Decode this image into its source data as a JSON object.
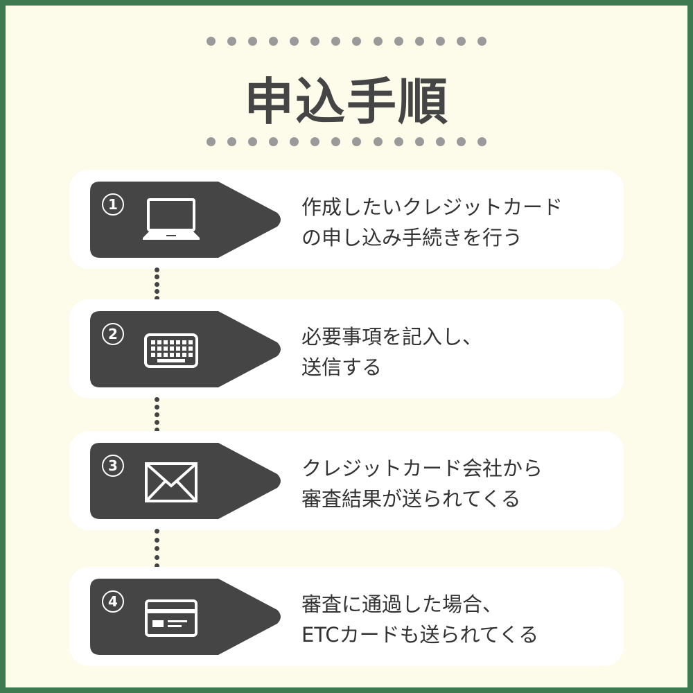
{
  "title": "申込手順",
  "colors": {
    "border": "#3d7a52",
    "background": "#fdfbea",
    "tag": "#454545",
    "card": "#ffffff",
    "dots": "#9a9a9a"
  },
  "steps": [
    {
      "number": "1",
      "icon": "laptop-icon",
      "line1": "作成したいクレジットカード",
      "line2": "の申し込み手続きを行う"
    },
    {
      "number": "2",
      "icon": "keyboard-icon",
      "line1": "必要事項を記入し、",
      "line2": "送信する"
    },
    {
      "number": "3",
      "icon": "envelope-icon",
      "line1": "クレジットカード会社から",
      "line2": "審査結果が送られてくる"
    },
    {
      "number": "4",
      "icon": "credit-card-icon",
      "line1": "審査に通過した場合、",
      "line2": "ETCカードも送られてくる"
    }
  ]
}
